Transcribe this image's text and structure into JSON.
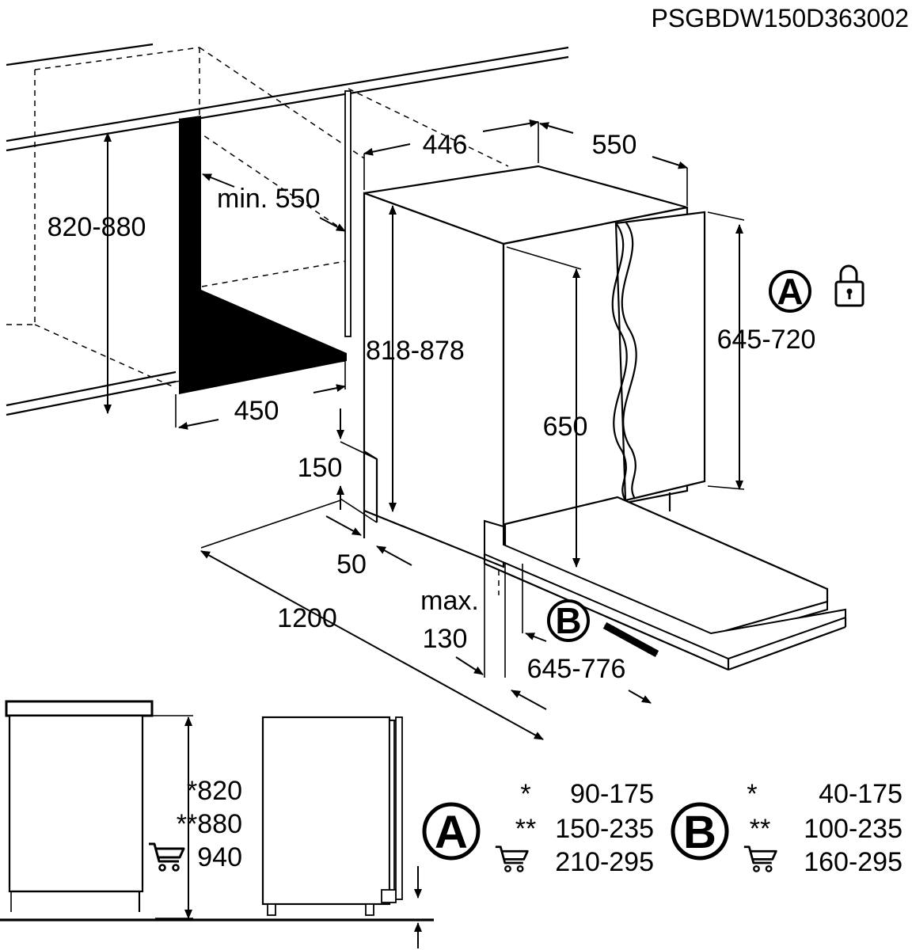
{
  "product_code": "PSGBDW150D363002",
  "dimensions": {
    "niche_height": "820-880",
    "min_depth": "min. 550",
    "niche_width": "450",
    "top_width": "446",
    "top_depth": "550",
    "appliance_height": "818-878",
    "door_height_range": "645-720",
    "inner_height": "650",
    "plinth_height": "150",
    "plinth_gap": "50",
    "door_swing": "1200",
    "max_label": "max.",
    "max_value": "130",
    "door_depth_range": "645-776"
  },
  "markers": {
    "a": "A",
    "b": "B"
  },
  "side_view": {
    "h1": "*820",
    "h2": "**880",
    "h3": "940"
  },
  "table_a": {
    "letter": "A",
    "rows": [
      {
        "mark": "*",
        "value": "90-175"
      },
      {
        "mark": "**",
        "value": "150-235"
      },
      {
        "mark": "",
        "value": "210-295"
      }
    ]
  },
  "table_b": {
    "letter": "B",
    "rows": [
      {
        "mark": "*",
        "value": "40-175"
      },
      {
        "mark": "**",
        "value": "100-235"
      },
      {
        "mark": "",
        "value": "160-295"
      }
    ]
  },
  "icons": {
    "lock": "lock-icon",
    "cart": "cart-icon"
  }
}
